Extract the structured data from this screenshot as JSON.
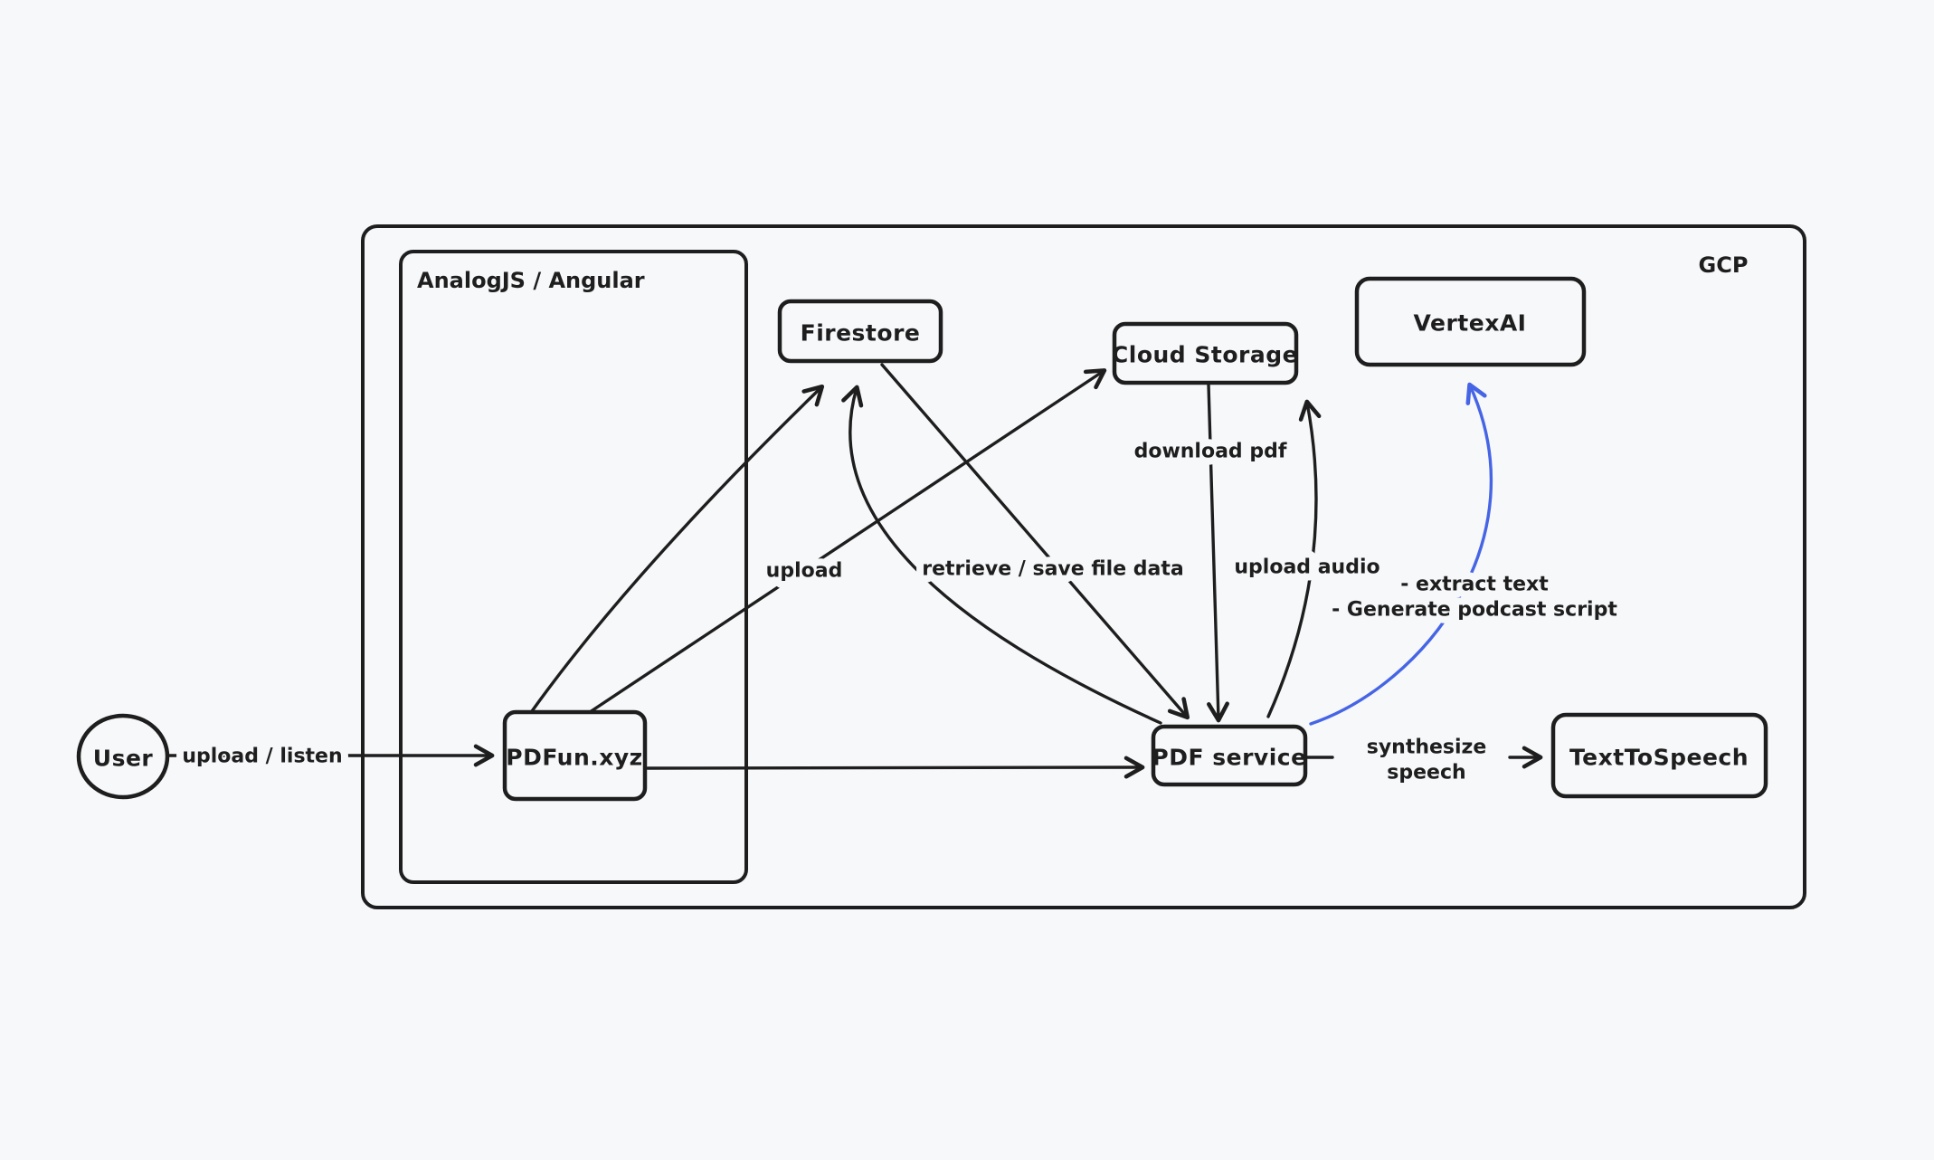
{
  "canvas": {
    "background": "#f7f8fa",
    "stroke_color": "#1e1e1e",
    "accent_blue": "#4665e5"
  },
  "containers": {
    "gcp": {
      "label": "GCP"
    },
    "frontend": {
      "label": "AnalogJS / Angular"
    }
  },
  "nodes": {
    "user": {
      "label": "User"
    },
    "pdfun": {
      "label": "PDFun.xyz"
    },
    "firestore": {
      "label": "Firestore"
    },
    "cloud_storage": {
      "label": "Cloud Storage"
    },
    "vertex_ai": {
      "label": "VertexAI"
    },
    "pdf_service": {
      "label": "PDF service"
    },
    "text_to_speech": {
      "label": "TextToSpeech"
    }
  },
  "edges": {
    "user_to_pdfun": {
      "label": "upload / listen"
    },
    "pdfun_to_cloud_storage": {
      "label": "upload"
    },
    "firestore_pdf_service": {
      "label": "retrieve / save file data"
    },
    "cloud_storage_to_pdf_service": {
      "label": "download pdf"
    },
    "pdf_service_to_cloud_storage": {
      "label": "upload audio"
    },
    "pdf_service_to_tts": {
      "line1": "synthesize",
      "line2": "speech"
    },
    "pdf_service_to_vertex": {
      "line1": "- extract text",
      "line2": "- Generate podcast script"
    }
  }
}
